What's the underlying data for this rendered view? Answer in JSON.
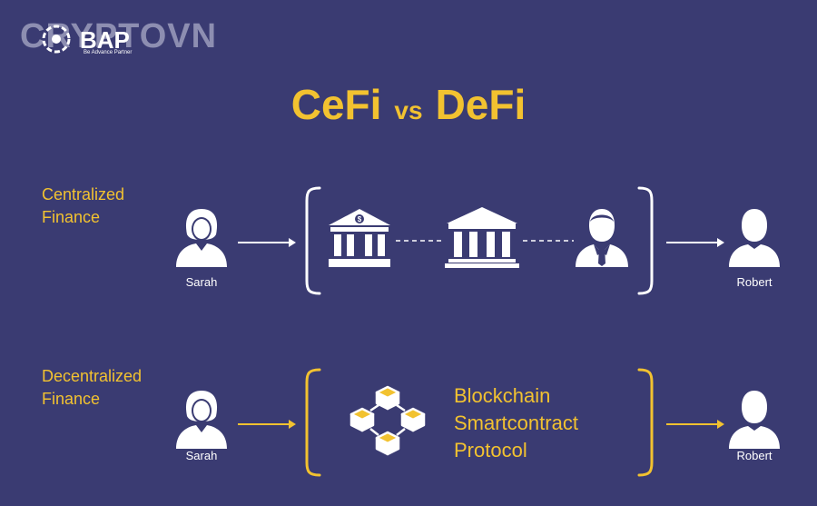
{
  "watermark": {
    "text": "CRYPTOVN",
    "tagline": "Be Advance Partner"
  },
  "title": {
    "left": "CeFi",
    "vs": "vs",
    "right": "DeFi"
  },
  "colors": {
    "background": "#3a3b72",
    "accent": "#f2c230",
    "icon": "#ffffff"
  },
  "centralized": {
    "label_line1": "Centralized",
    "label_line2": "Finance",
    "sender": "Sarah",
    "receiver": "Robert"
  },
  "decentralized": {
    "label_line1": "Decentralized",
    "label_line2": "Finance",
    "sender": "Sarah",
    "receiver": "Robert",
    "text_line1": "Blockchain",
    "text_line2": "Smartcontract",
    "text_line3": "Protocol"
  }
}
